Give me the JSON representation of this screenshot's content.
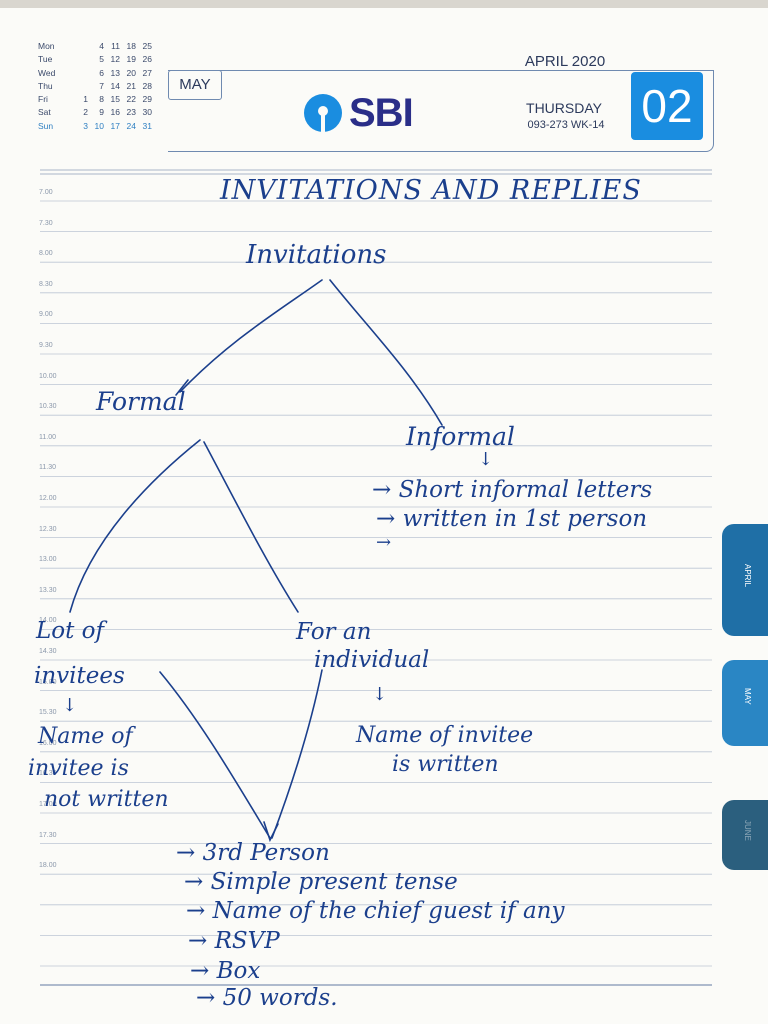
{
  "calendar": {
    "rows": [
      {
        "day": "Mon",
        "dates": [
          "",
          "4",
          "11",
          "18",
          "25"
        ]
      },
      {
        "day": "Tue",
        "dates": [
          "",
          "5",
          "12",
          "19",
          "26"
        ]
      },
      {
        "day": "Wed",
        "dates": [
          "",
          "6",
          "13",
          "20",
          "27"
        ]
      },
      {
        "day": "Thu",
        "dates": [
          "",
          "7",
          "14",
          "21",
          "28"
        ]
      },
      {
        "day": "Fri",
        "dates": [
          "1",
          "8",
          "15",
          "22",
          "29"
        ]
      },
      {
        "day": "Sat",
        "dates": [
          "2",
          "9",
          "16",
          "23",
          "30"
        ]
      },
      {
        "day": "Sun",
        "dates": [
          "3",
          "10",
          "17",
          "24",
          "31"
        ]
      }
    ]
  },
  "header": {
    "month_tab": "MAY",
    "brand": "SBI",
    "month_year": "APRIL 2020",
    "weekday": "THURSDAY",
    "week_code": "093-273  WK-14",
    "date": "02"
  },
  "times": [
    "7.00",
    "7.30",
    "8.00",
    "8.30",
    "9.00",
    "9.30",
    "10.00",
    "10.30",
    "11.00",
    "11.30",
    "12.00",
    "12.30",
    "13.00",
    "13.30",
    "14.00",
    "14.30",
    "15.00",
    "15.30",
    "16.00",
    "16.30",
    "17.00",
    "17.30",
    "18.00"
  ],
  "side_tabs": [
    "APRIL",
    "MAY",
    "JUNE"
  ],
  "notes": {
    "title": "INVITATIONS AND REPLIES",
    "root": "Invitations",
    "formal": "Formal",
    "informal": "Informal",
    "informal_points": [
      "→ Short informal letters",
      "→ written in 1st person",
      "→"
    ],
    "lot_of_invitees": [
      "Lot of",
      "invitees"
    ],
    "for_individual": [
      "For an",
      "individual"
    ],
    "name_not_written": [
      "Name of",
      "invitee is",
      "not written"
    ],
    "name_written": [
      "Name of invitee",
      "is written"
    ],
    "arrow_down": "↓",
    "common_points": [
      "→ 3rd Person",
      "→ Simple present tense",
      "→ Name of the chief guest if any",
      "→ RSVP",
      "→ Box",
      "→ 50 words."
    ]
  }
}
